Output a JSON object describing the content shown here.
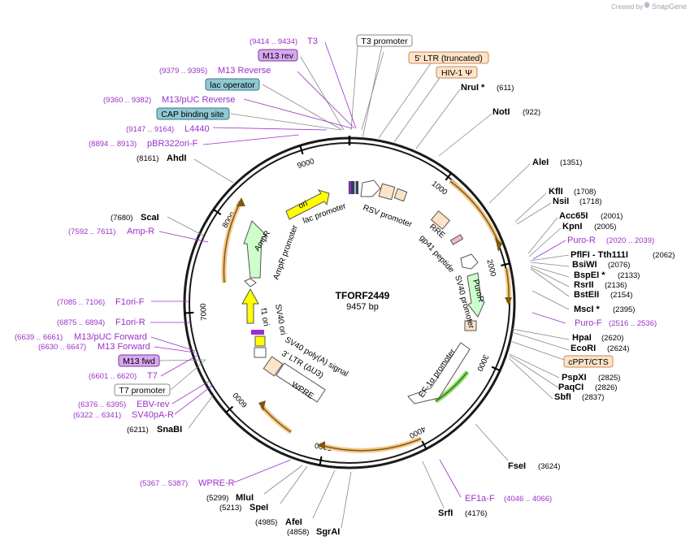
{
  "credit": {
    "prefix": "Created by",
    "brand": "SnapGene"
  },
  "plasmid": {
    "name": "TFORF2449",
    "length_label": "9457 bp",
    "length": 9457
  },
  "ticks": [
    {
      "label": "1000",
      "pos": 1000
    },
    {
      "label": "2000",
      "pos": 2000
    },
    {
      "label": "3000",
      "pos": 3000
    },
    {
      "label": "4000",
      "pos": 4000
    },
    {
      "label": "5000",
      "pos": 5000
    },
    {
      "label": "6000",
      "pos": 6000
    },
    {
      "label": "7000",
      "pos": 7000
    },
    {
      "label": "8000",
      "pos": 8000
    },
    {
      "label": "9000",
      "pos": 9000
    }
  ],
  "sites": [
    {
      "name": "NruI *",
      "pos": "(611)"
    },
    {
      "name": "NotI",
      "pos": "(922)"
    },
    {
      "name": "AleI",
      "pos": "(1351)"
    },
    {
      "name": "KflI",
      "pos": "(1708)"
    },
    {
      "name": "NsiI",
      "pos": "(1718)"
    },
    {
      "name": "Acc65I",
      "pos": "(2001)"
    },
    {
      "name": "KpnI",
      "pos": "(2005)"
    },
    {
      "name": "PflFI - Tth111I",
      "pos": "(2062)"
    },
    {
      "name": "BsiWI",
      "pos": "(2076)"
    },
    {
      "name": "BspEI *",
      "pos": "(2133)"
    },
    {
      "name": "RsrII",
      "pos": "(2136)"
    },
    {
      "name": "BstEII",
      "pos": "(2154)"
    },
    {
      "name": "MscI *",
      "pos": "(2395)"
    },
    {
      "name": "HpaI",
      "pos": "(2620)"
    },
    {
      "name": "EcoRI",
      "pos": "(2624)"
    },
    {
      "name": "PspXI",
      "pos": "(2825)"
    },
    {
      "name": "PaqCI",
      "pos": "(2826)"
    },
    {
      "name": "SbfI",
      "pos": "(2837)"
    },
    {
      "name": "FseI",
      "pos": "(3624)"
    },
    {
      "name": "SrfI",
      "pos": "(4176)"
    },
    {
      "name": "SgrAI",
      "pos": "(4858)"
    },
    {
      "name": "AfeI",
      "pos": "(4985)"
    },
    {
      "name": "SpeI",
      "pos": "(5213)"
    },
    {
      "name": "MluI",
      "pos": "(5299)"
    },
    {
      "name": "SnaBI",
      "pos": "(6211)"
    },
    {
      "name": "ScaI",
      "pos": "(7680)"
    },
    {
      "name": "AhdI",
      "pos": "(8161)"
    }
  ],
  "primers": [
    {
      "name": "T3",
      "range": "(9414 .. 9434)"
    },
    {
      "name": "M13 Reverse",
      "range": "(9379 .. 9395)"
    },
    {
      "name": "M13/pUC Reverse",
      "range": "(9360 .. 9382)"
    },
    {
      "name": "L4440",
      "range": "(9147 .. 9164)"
    },
    {
      "name": "pBR322ori-F",
      "range": "(8894 .. 8913)"
    },
    {
      "name": "Amp-R",
      "range": "(7592 .. 7611)"
    },
    {
      "name": "F1ori-F",
      "range": "(7085 .. 7106)"
    },
    {
      "name": "F1ori-R",
      "range": "(6875 .. 6894)"
    },
    {
      "name": "M13/pUC Forward",
      "range": "(6639 .. 6661)"
    },
    {
      "name": "M13 Forward",
      "range": "(6630 .. 6647)"
    },
    {
      "name": "T7",
      "range": "(6601 .. 6620)"
    },
    {
      "name": "EBV-rev",
      "range": "(6376 .. 6395)"
    },
    {
      "name": "SV40pA-R",
      "range": "(6322 .. 6341)"
    },
    {
      "name": "WPRE-R",
      "range": "(5367 .. 5387)"
    },
    {
      "name": "Puro-R",
      "range": "(2020 .. 2039)"
    },
    {
      "name": "Puro-F",
      "range": "(2516 .. 2536)"
    },
    {
      "name": "EF1a-F",
      "range": "(4046 .. 4066)"
    }
  ],
  "boxed_labels": [
    {
      "text": "T3 promoter",
      "fill": "#ffffff",
      "stroke": "#888888"
    },
    {
      "text": "5' LTR (truncated)",
      "fill": "#fde3c8",
      "stroke": "#c98a55"
    },
    {
      "text": "HIV-1 Ψ",
      "fill": "#fde3c8",
      "stroke": "#c98a55"
    },
    {
      "text": "M13 rev",
      "fill": "#d7a8f0",
      "stroke": "#7a3a9a"
    },
    {
      "text": "lac operator",
      "fill": "#8fc7d2",
      "stroke": "#3a7a88"
    },
    {
      "text": "CAP binding site",
      "fill": "#8fc7d2",
      "stroke": "#3a7a88"
    },
    {
      "text": "cPPT/CTS",
      "fill": "#fde3c8",
      "stroke": "#c98a55"
    },
    {
      "text": "M13 fwd",
      "fill": "#d7a8f0",
      "stroke": "#7a3a9a"
    },
    {
      "text": "T7 promoter",
      "fill": "#ffffff",
      "stroke": "#888888"
    }
  ],
  "inner_features": [
    {
      "text": "RSV promoter"
    },
    {
      "text": "lac promoter"
    },
    {
      "text": "ori"
    },
    {
      "text": "AmpR"
    },
    {
      "text": "AmpR promoter"
    },
    {
      "text": "f1 ori"
    },
    {
      "text": "SV40 ori"
    },
    {
      "text": "RRE"
    },
    {
      "text": "gp41 peptide"
    },
    {
      "text": "SV40 promoter"
    },
    {
      "text": "PuroR"
    },
    {
      "text": "EF-1α promoter"
    },
    {
      "text": "SV40 poly(A) signal"
    },
    {
      "text": "3' LTR (ΔU3)"
    },
    {
      "text": "WPRE"
    }
  ],
  "colors": {
    "backbone": "#1a1a1a",
    "primer": "#9b30c8",
    "orf_arc": "#f5c78a",
    "orf_arrow": "#7a5a10",
    "ltr": "#fde3c8",
    "ori": "#ffff00",
    "ampr": "#ccffcc",
    "puror": "#ccffcc",
    "lac": "#8fc7d2"
  }
}
